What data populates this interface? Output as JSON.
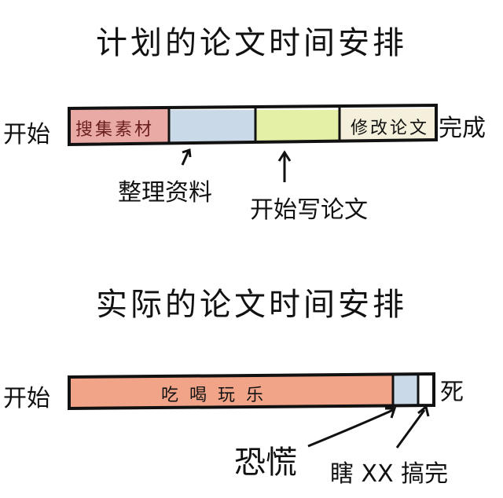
{
  "planned": {
    "title": "计划的论文时间安排",
    "start": "开始",
    "end": "完成",
    "segments": [
      {
        "label": "搜集素材",
        "color": "#e9a9a4"
      },
      {
        "label": "",
        "color": "#c9d9e8"
      },
      {
        "label": "",
        "color": "#e3f0a6"
      },
      {
        "label": "修改论文",
        "color": "#f4f0dc"
      }
    ],
    "arrow_labels": [
      "整理资料",
      "开始写论文"
    ]
  },
  "actual": {
    "title": "实际的论文时间安排",
    "start": "开始",
    "end": "死",
    "segments": [
      {
        "label": "吃喝玩乐",
        "color": "#f1a487"
      },
      {
        "label": "",
        "color": "#c9d9e8"
      },
      {
        "label": "",
        "color": "#ffffff"
      }
    ],
    "arrow_labels": [
      "恐慌",
      "瞎 XX 搞完"
    ]
  }
}
